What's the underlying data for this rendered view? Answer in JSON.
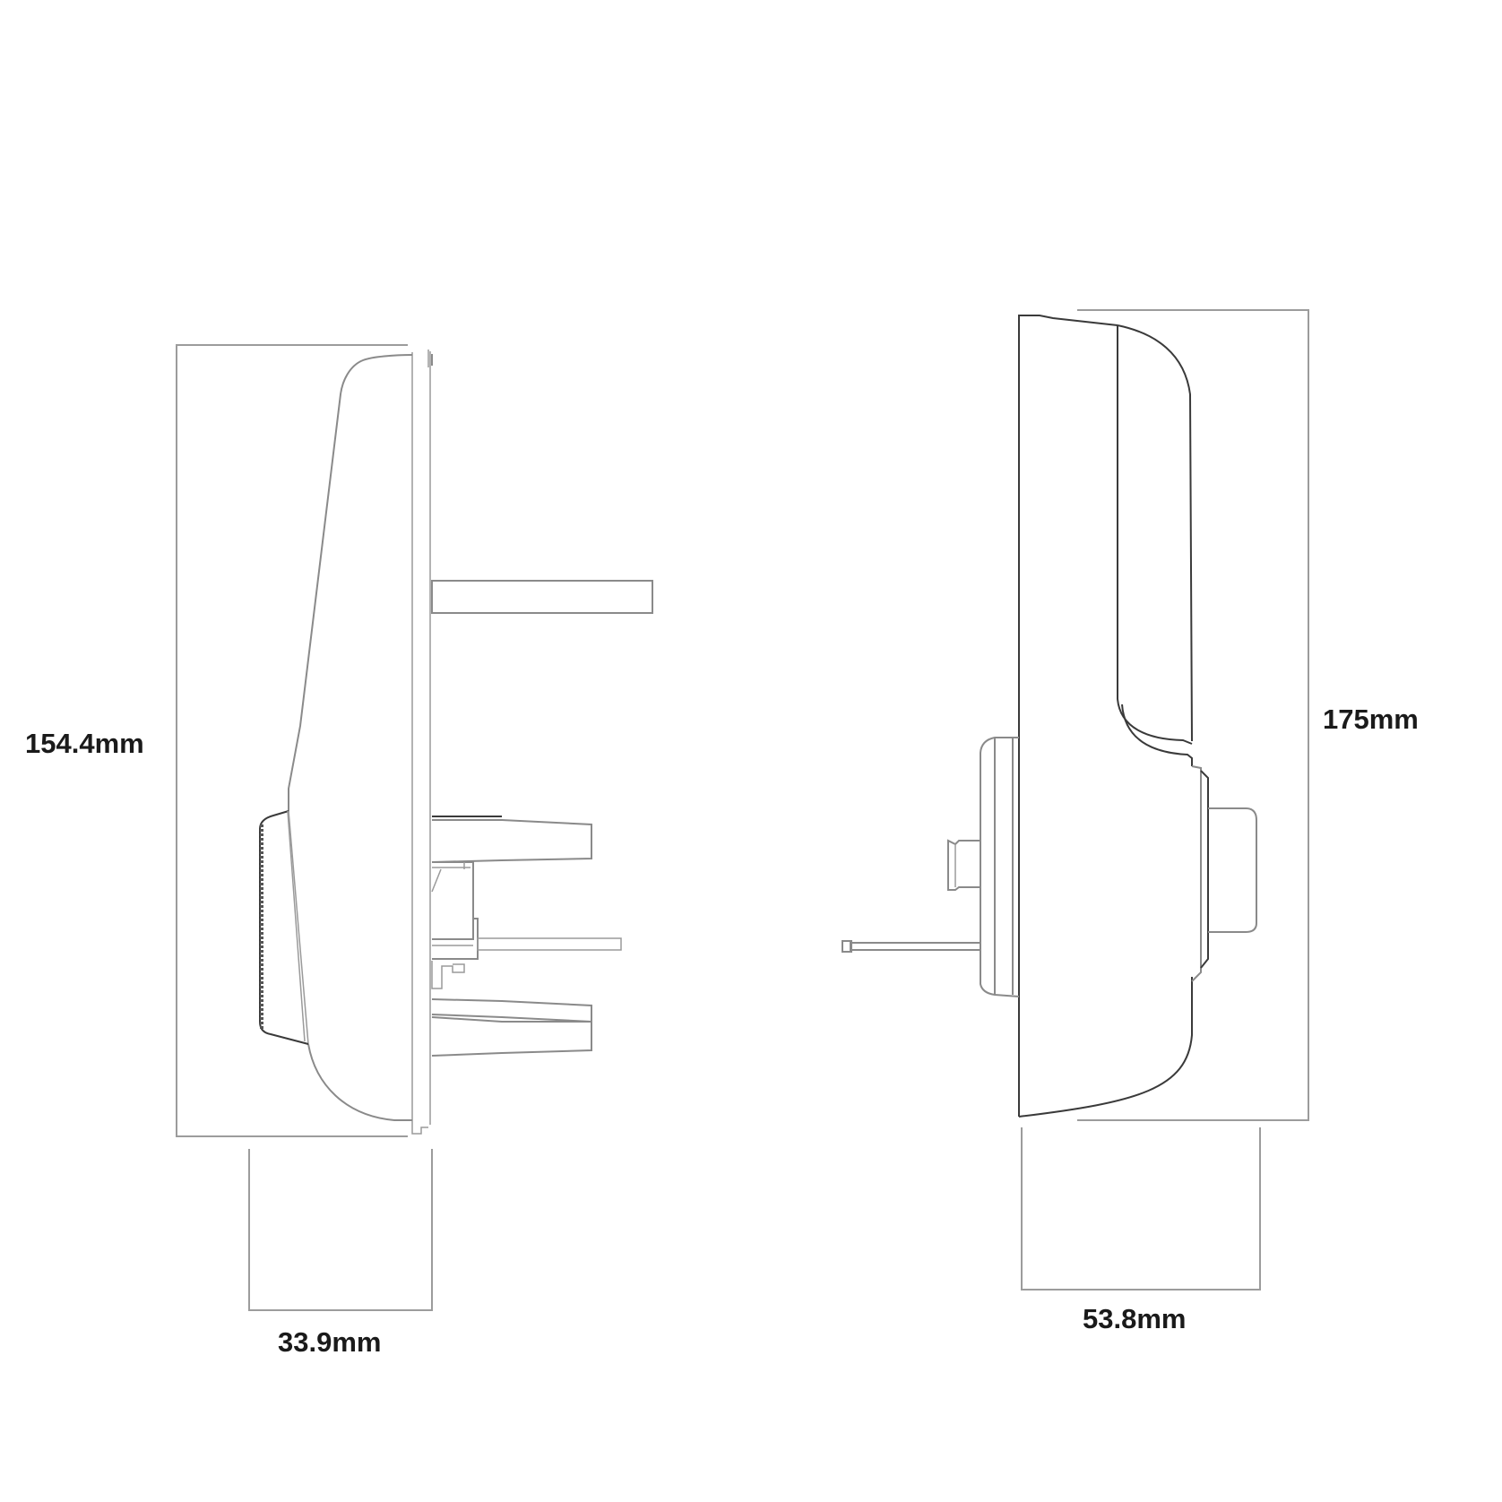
{
  "figures": {
    "left_view": {
      "height_label": "154.4mm",
      "depth_label": "33.9mm"
    },
    "right_view": {
      "height_label": "175mm",
      "depth_label": "53.8mm"
    }
  },
  "colors": {
    "background": "#ffffff",
    "outline": "#8a8a8a",
    "dark_outline": "#3a3a3a",
    "dimension_line": "#9c9c9c",
    "label_text": "#1a1a1a"
  }
}
